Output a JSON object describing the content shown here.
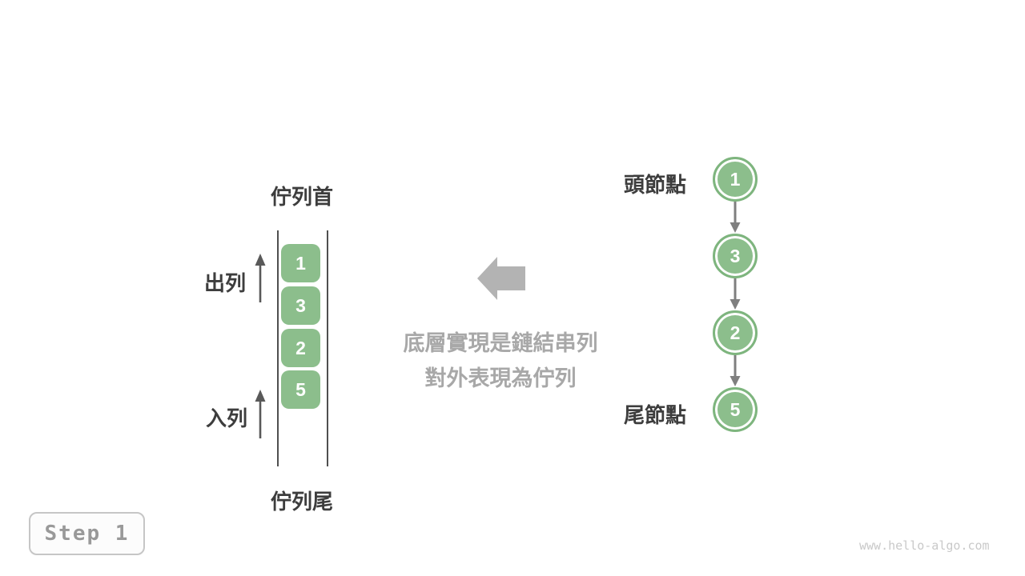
{
  "queue": {
    "front_label": "佇列首",
    "rear_label": "佇列尾",
    "dequeue_label": "出列",
    "enqueue_label": "入列",
    "items": [
      "1",
      "3",
      "2",
      "5"
    ]
  },
  "note": {
    "line1": "底層實現是鏈結串列",
    "line2": "對外表現為佇列"
  },
  "linked_list": {
    "head_label": "頭節點",
    "tail_label": "尾節點",
    "nodes": [
      "1",
      "3",
      "2",
      "5"
    ]
  },
  "step": {
    "label": "Step 1"
  },
  "watermark": "www.hello-algo.com",
  "colors": {
    "node_green": "#8cbe8c",
    "node_ring_green": "#7eb57e",
    "dark_text": "#3d3d3d",
    "note_gray": "#a8a8a8",
    "block_arrow_gray": "#b3b3b3",
    "link_arrow_gray": "#7f7f7f",
    "op_arrow_gray": "#595959",
    "rail_gray": "#4f4f4f",
    "step_text_gray": "#999999",
    "watermark_gray": "#c9c9c9"
  }
}
